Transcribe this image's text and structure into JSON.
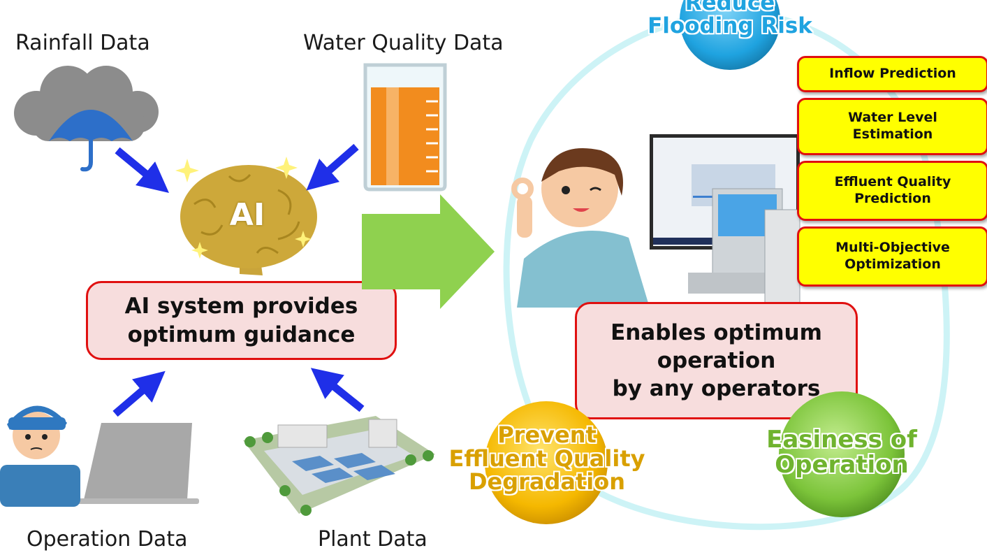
{
  "sources": {
    "rainfall": "Rainfall Data",
    "water_quality": "Water Quality Data",
    "operation": "Operation  Data",
    "plant": "Plant Data"
  },
  "ai": {
    "brain_text": "AI",
    "callout_line1": "AI system provides",
    "callout_line2": "optimum guidance"
  },
  "result": {
    "callout_line1": "Enables optimum",
    "callout_line2": "operation",
    "callout_line3": "by any operators"
  },
  "features": [
    {
      "line1": "Inflow Prediction",
      "line2": ""
    },
    {
      "line1": "Water Level",
      "line2": "Estimation"
    },
    {
      "line1": "Effluent Quality",
      "line2": "Prediction"
    },
    {
      "line1": "Multi-Objective",
      "line2": "Optimization"
    }
  ],
  "goals": {
    "flood_line1": "Reduce",
    "flood_line2": "Flooding Risk",
    "effluent_line1": "Prevent",
    "effluent_line2": "Effluent Quality",
    "effluent_line3": "Degradation",
    "easiness_line1": "Easiness of",
    "easiness_line2": "Operation"
  },
  "colors": {
    "arrow_blue": "#1f2fe8",
    "big_arrow_green": "#8fd14f",
    "callout_border": "#e01010",
    "callout_fill": "#f7dddd",
    "feature_fill": "#ffff00",
    "ring": "#cdf3f6",
    "goal_flood": "#1fa3e0",
    "goal_effluent": "#f5b800",
    "goal_easiness": "#7cc43a"
  }
}
